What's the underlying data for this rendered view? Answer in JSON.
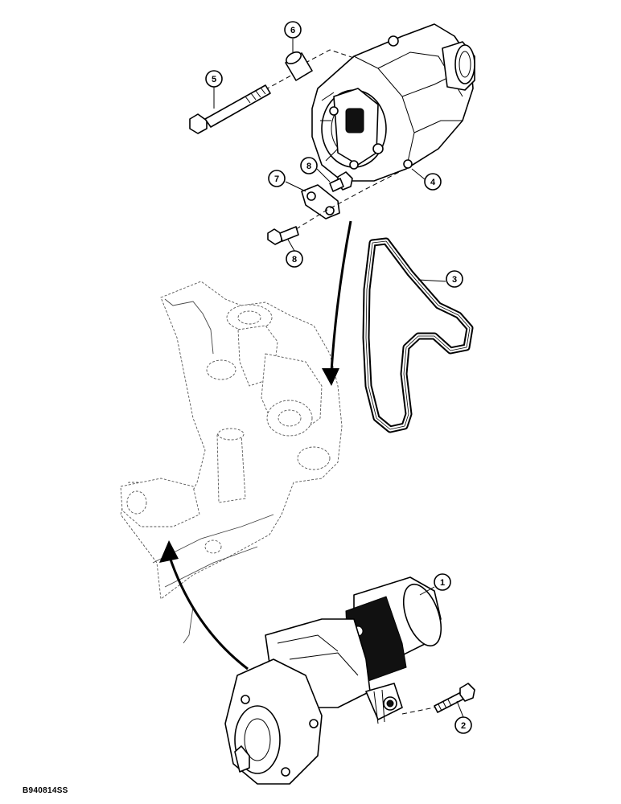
{
  "figure": {
    "callouts": [
      "1",
      "2",
      "3",
      "4",
      "5",
      "6",
      "7",
      "8",
      "8"
    ],
    "figure_code": "B940814SS"
  }
}
